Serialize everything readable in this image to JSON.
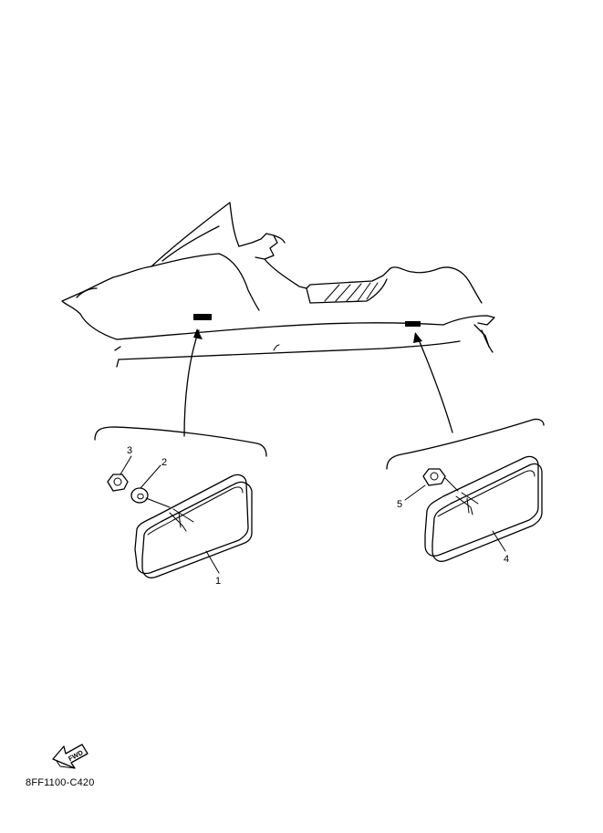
{
  "diagram": {
    "callouts": [
      "1",
      "2",
      "3",
      "4",
      "5"
    ],
    "fwd_label": "FWD",
    "part_code": "8FF1100-C420",
    "icons": [
      "snowmobile-outline",
      "side-reflector",
      "nut",
      "washer",
      "fwd-arrow"
    ]
  }
}
